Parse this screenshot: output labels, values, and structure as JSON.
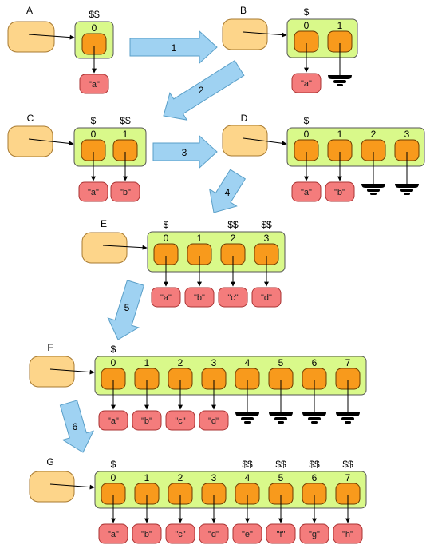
{
  "colors": {
    "pointer_fill": "#fdd58a",
    "array_fill": "#d9f98a",
    "slot_fill": "#f89a1c",
    "value_fill": "#f47c7c",
    "big_arrow": "#9fd2f2",
    "ground": "#000000"
  },
  "diagrams": [
    {
      "label": "A",
      "slots": [
        {
          "index": "0",
          "cost": "$$",
          "value": "\"a\""
        }
      ]
    },
    {
      "label": "B",
      "slots": [
        {
          "index": "0",
          "cost": "$",
          "value": "\"a\""
        },
        {
          "index": "1",
          "cost": "",
          "value": null
        }
      ]
    },
    {
      "label": "C",
      "slots": [
        {
          "index": "0",
          "cost": "$",
          "value": "\"a\""
        },
        {
          "index": "1",
          "cost": "$$",
          "value": "\"b\""
        }
      ]
    },
    {
      "label": "D",
      "slots": [
        {
          "index": "0",
          "cost": "$",
          "value": "\"a\""
        },
        {
          "index": "1",
          "cost": "",
          "value": "\"b\""
        },
        {
          "index": "2",
          "cost": "",
          "value": null
        },
        {
          "index": "3",
          "cost": "",
          "value": null
        }
      ]
    },
    {
      "label": "E",
      "slots": [
        {
          "index": "0",
          "cost": "$",
          "value": "\"a\""
        },
        {
          "index": "1",
          "cost": "",
          "value": "\"b\""
        },
        {
          "index": "2",
          "cost": "$$",
          "value": "\"c\""
        },
        {
          "index": "3",
          "cost": "$$",
          "value": "\"d\""
        }
      ]
    },
    {
      "label": "F",
      "slots": [
        {
          "index": "0",
          "cost": "$",
          "value": "\"a\""
        },
        {
          "index": "1",
          "cost": "",
          "value": "\"b\""
        },
        {
          "index": "2",
          "cost": "",
          "value": "\"c\""
        },
        {
          "index": "3",
          "cost": "",
          "value": "\"d\""
        },
        {
          "index": "4",
          "cost": "",
          "value": null
        },
        {
          "index": "5",
          "cost": "",
          "value": null
        },
        {
          "index": "6",
          "cost": "",
          "value": null
        },
        {
          "index": "7",
          "cost": "",
          "value": null
        }
      ]
    },
    {
      "label": "G",
      "slots": [
        {
          "index": "0",
          "cost": "$",
          "value": "\"a\""
        },
        {
          "index": "1",
          "cost": "",
          "value": "\"b\""
        },
        {
          "index": "2",
          "cost": "",
          "value": "\"c\""
        },
        {
          "index": "3",
          "cost": "",
          "value": "\"d\""
        },
        {
          "index": "4",
          "cost": "$$",
          "value": "\"e\""
        },
        {
          "index": "5",
          "cost": "$$",
          "value": "\"f\""
        },
        {
          "index": "6",
          "cost": "$$",
          "value": "\"g\""
        },
        {
          "index": "7",
          "cost": "$$",
          "value": "\"h\""
        }
      ]
    }
  ],
  "transitions": [
    "1",
    "2",
    "3",
    "4",
    "5",
    "6"
  ]
}
